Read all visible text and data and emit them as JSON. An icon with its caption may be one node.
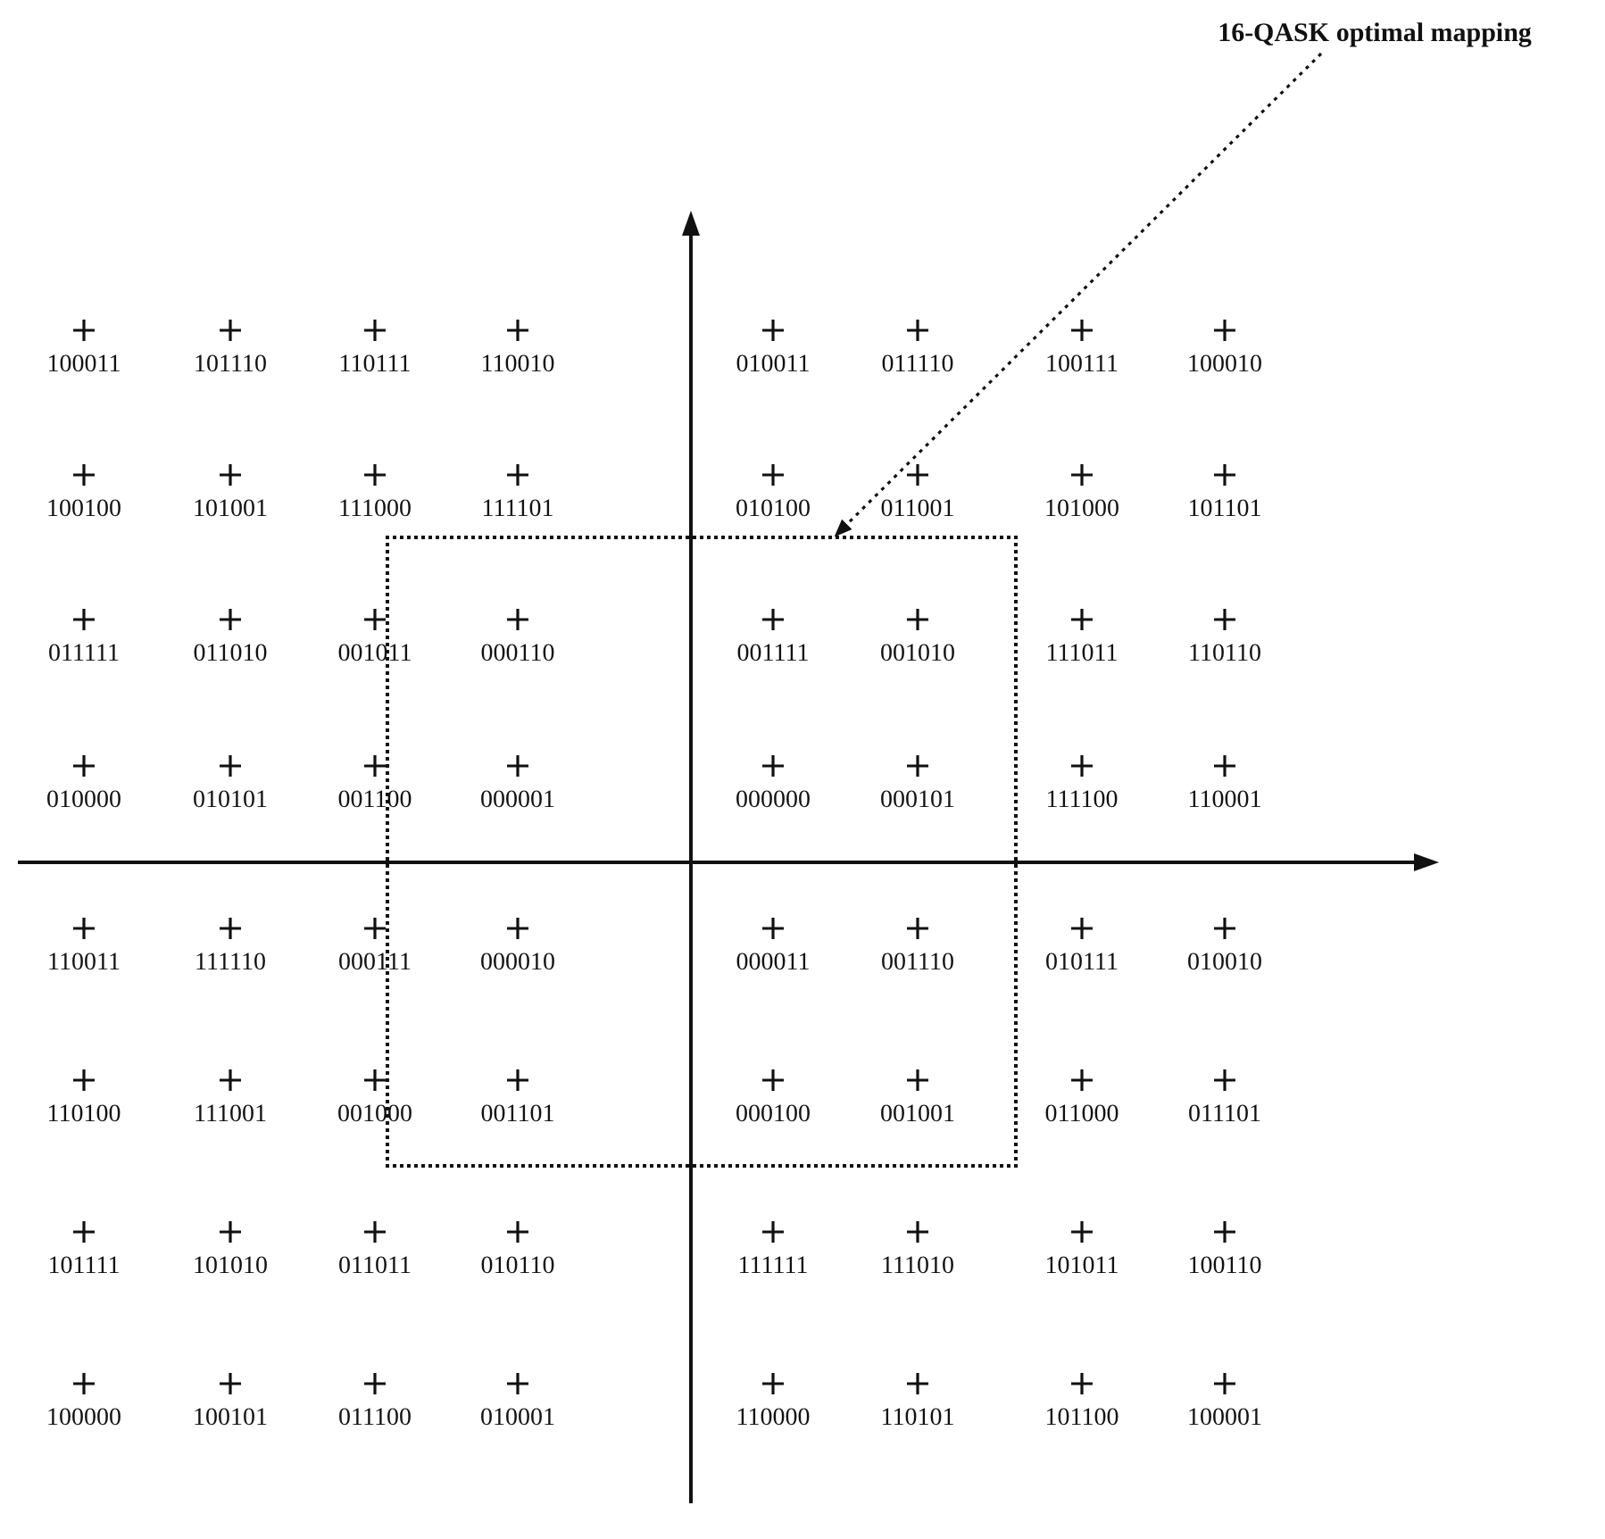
{
  "diagram": {
    "nodes": [
      {
        "text": [
          "16-QASK optimal mapping"
        ]
      },
      {
        "text": [],
        "shape": "box"
      }
    ],
    "edges": [
      {
        "from": 0,
        "to": 1,
        "arrow": "to",
        "style": "dashed"
      }
    ],
    "labels": [
      "100011",
      "101110",
      "110111",
      "110010",
      "010011",
      "011110",
      "100111",
      "100010",
      "100100",
      "101001",
      "111000",
      "111101",
      "010100",
      "011001",
      "101000",
      "101101",
      "011111",
      "011010",
      "001011",
      "000110",
      "001111",
      "001010",
      "111011",
      "110110",
      "010000",
      "010101",
      "001100",
      "000001",
      "000000",
      "000101",
      "111100",
      "110001",
      "110011",
      "111110",
      "000111",
      "000010",
      "000011",
      "001110",
      "010111",
      "010010",
      "110100",
      "111001",
      "001000",
      "001101",
      "000100",
      "001001",
      "011000",
      "011101",
      "101111",
      "101010",
      "011011",
      "010110",
      "111111",
      "111010",
      "101011",
      "100110",
      "100000",
      "100101",
      "011100",
      "010001",
      "110000",
      "110101",
      "101100",
      "100001"
    ]
  }
}
